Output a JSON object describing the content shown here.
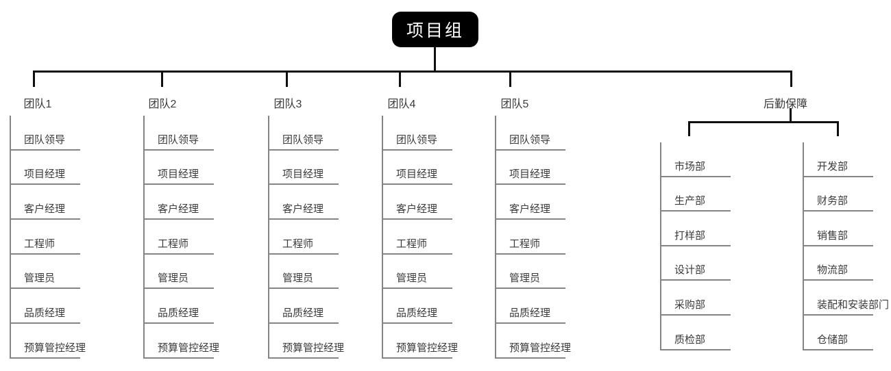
{
  "root": {
    "label": "项目组"
  },
  "teams": [
    {
      "label": "团队1",
      "members": [
        "团队领导",
        "项目经理",
        "客户经理",
        "工程师",
        "管理员",
        "品质经理",
        "预算管控经理"
      ]
    },
    {
      "label": "团队2",
      "members": [
        "团队领导",
        "项目经理",
        "客户经理",
        "工程师",
        "管理员",
        "品质经理",
        "预算管控经理"
      ]
    },
    {
      "label": "团队3",
      "members": [
        "团队领导",
        "项目经理",
        "客户经理",
        "工程师",
        "管理员",
        "品质经理",
        "预算管控经理"
      ]
    },
    {
      "label": "团队4",
      "members": [
        "团队领导",
        "项目经理",
        "客户经理",
        "工程师",
        "管理员",
        "品质经理",
        "预算管控经理"
      ]
    },
    {
      "label": "团队5",
      "members": [
        "团队领导",
        "项目经理",
        "客户经理",
        "工程师",
        "管理员",
        "品质经理",
        "预算管控经理"
      ]
    }
  ],
  "logistics": {
    "label": "后勤保障",
    "left_column": [
      "市场部",
      "生产部",
      "打样部",
      "设计部",
      "采购部",
      "质检部"
    ],
    "right_column": [
      "开发部",
      "财务部",
      "销售部",
      "物流部",
      "装配和安装部门",
      "仓储部"
    ]
  },
  "colors": {
    "connector": "#0f0f0f",
    "divider": "#848484",
    "text": "#3a3a3a",
    "root_background": "#000000",
    "root_text": "#ffffff"
  }
}
